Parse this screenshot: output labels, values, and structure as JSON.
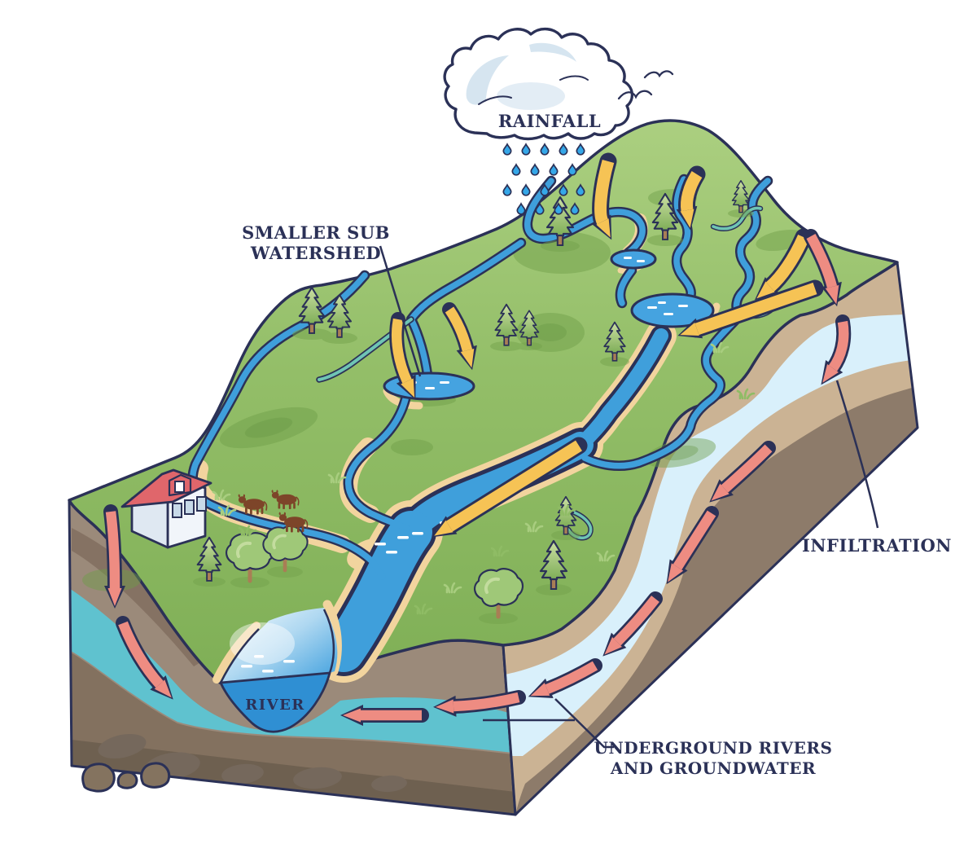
{
  "labels": {
    "rainfall": "RAINFALL",
    "sub_watershed_line1": "SMALLER SUB",
    "sub_watershed_line2": "WATERSHED",
    "infiltration": "INFILTRATION",
    "underground_line1": "UNDERGROUND RIVERS",
    "underground_line2": "AND GROUNDWATER",
    "river": "RIVER"
  },
  "palette": {
    "outline": "#2B3157",
    "grass": "#8CBA63",
    "grass_light": "#A9CE7E",
    "grass_shadow": "#6F9E49",
    "stream_water": "#3F9FDB",
    "river_deep": "#2F8FD3",
    "sand": "#F2D49E",
    "soil_left_face": "#9B8A7A",
    "soil_dark": "#83715F",
    "groundwater_teal": "#5FC2CF",
    "aquifer_pale_blue": "#D9F0FB",
    "layer_tan": "#CBB394",
    "layer_taupe": "#8D7B6A",
    "runoff_arrow": "#F6C355",
    "infiltration_arrow": "#EE8C82",
    "rain_drop": "#35A7E8",
    "cloud_shade": "#D6E5F0",
    "house_roof": "#E0666B",
    "house_wall": "#F1F5FA",
    "cow": "#7D4529",
    "tree_trunk": "#A97E55",
    "tree_canopy": "#9FC878"
  },
  "icons": {
    "cloud": "rain-cloud-icon",
    "raindrop": "raindrop-icon",
    "bird": "bird-icon",
    "pine": "pine-tree-icon",
    "deciduous": "deciduous-tree-icon",
    "house": "house-icon",
    "cow": "cow-icon",
    "surface_runoff_arrow": "runoff-arrow-icon",
    "groundwater_arrow": "groundwater-arrow-icon"
  }
}
